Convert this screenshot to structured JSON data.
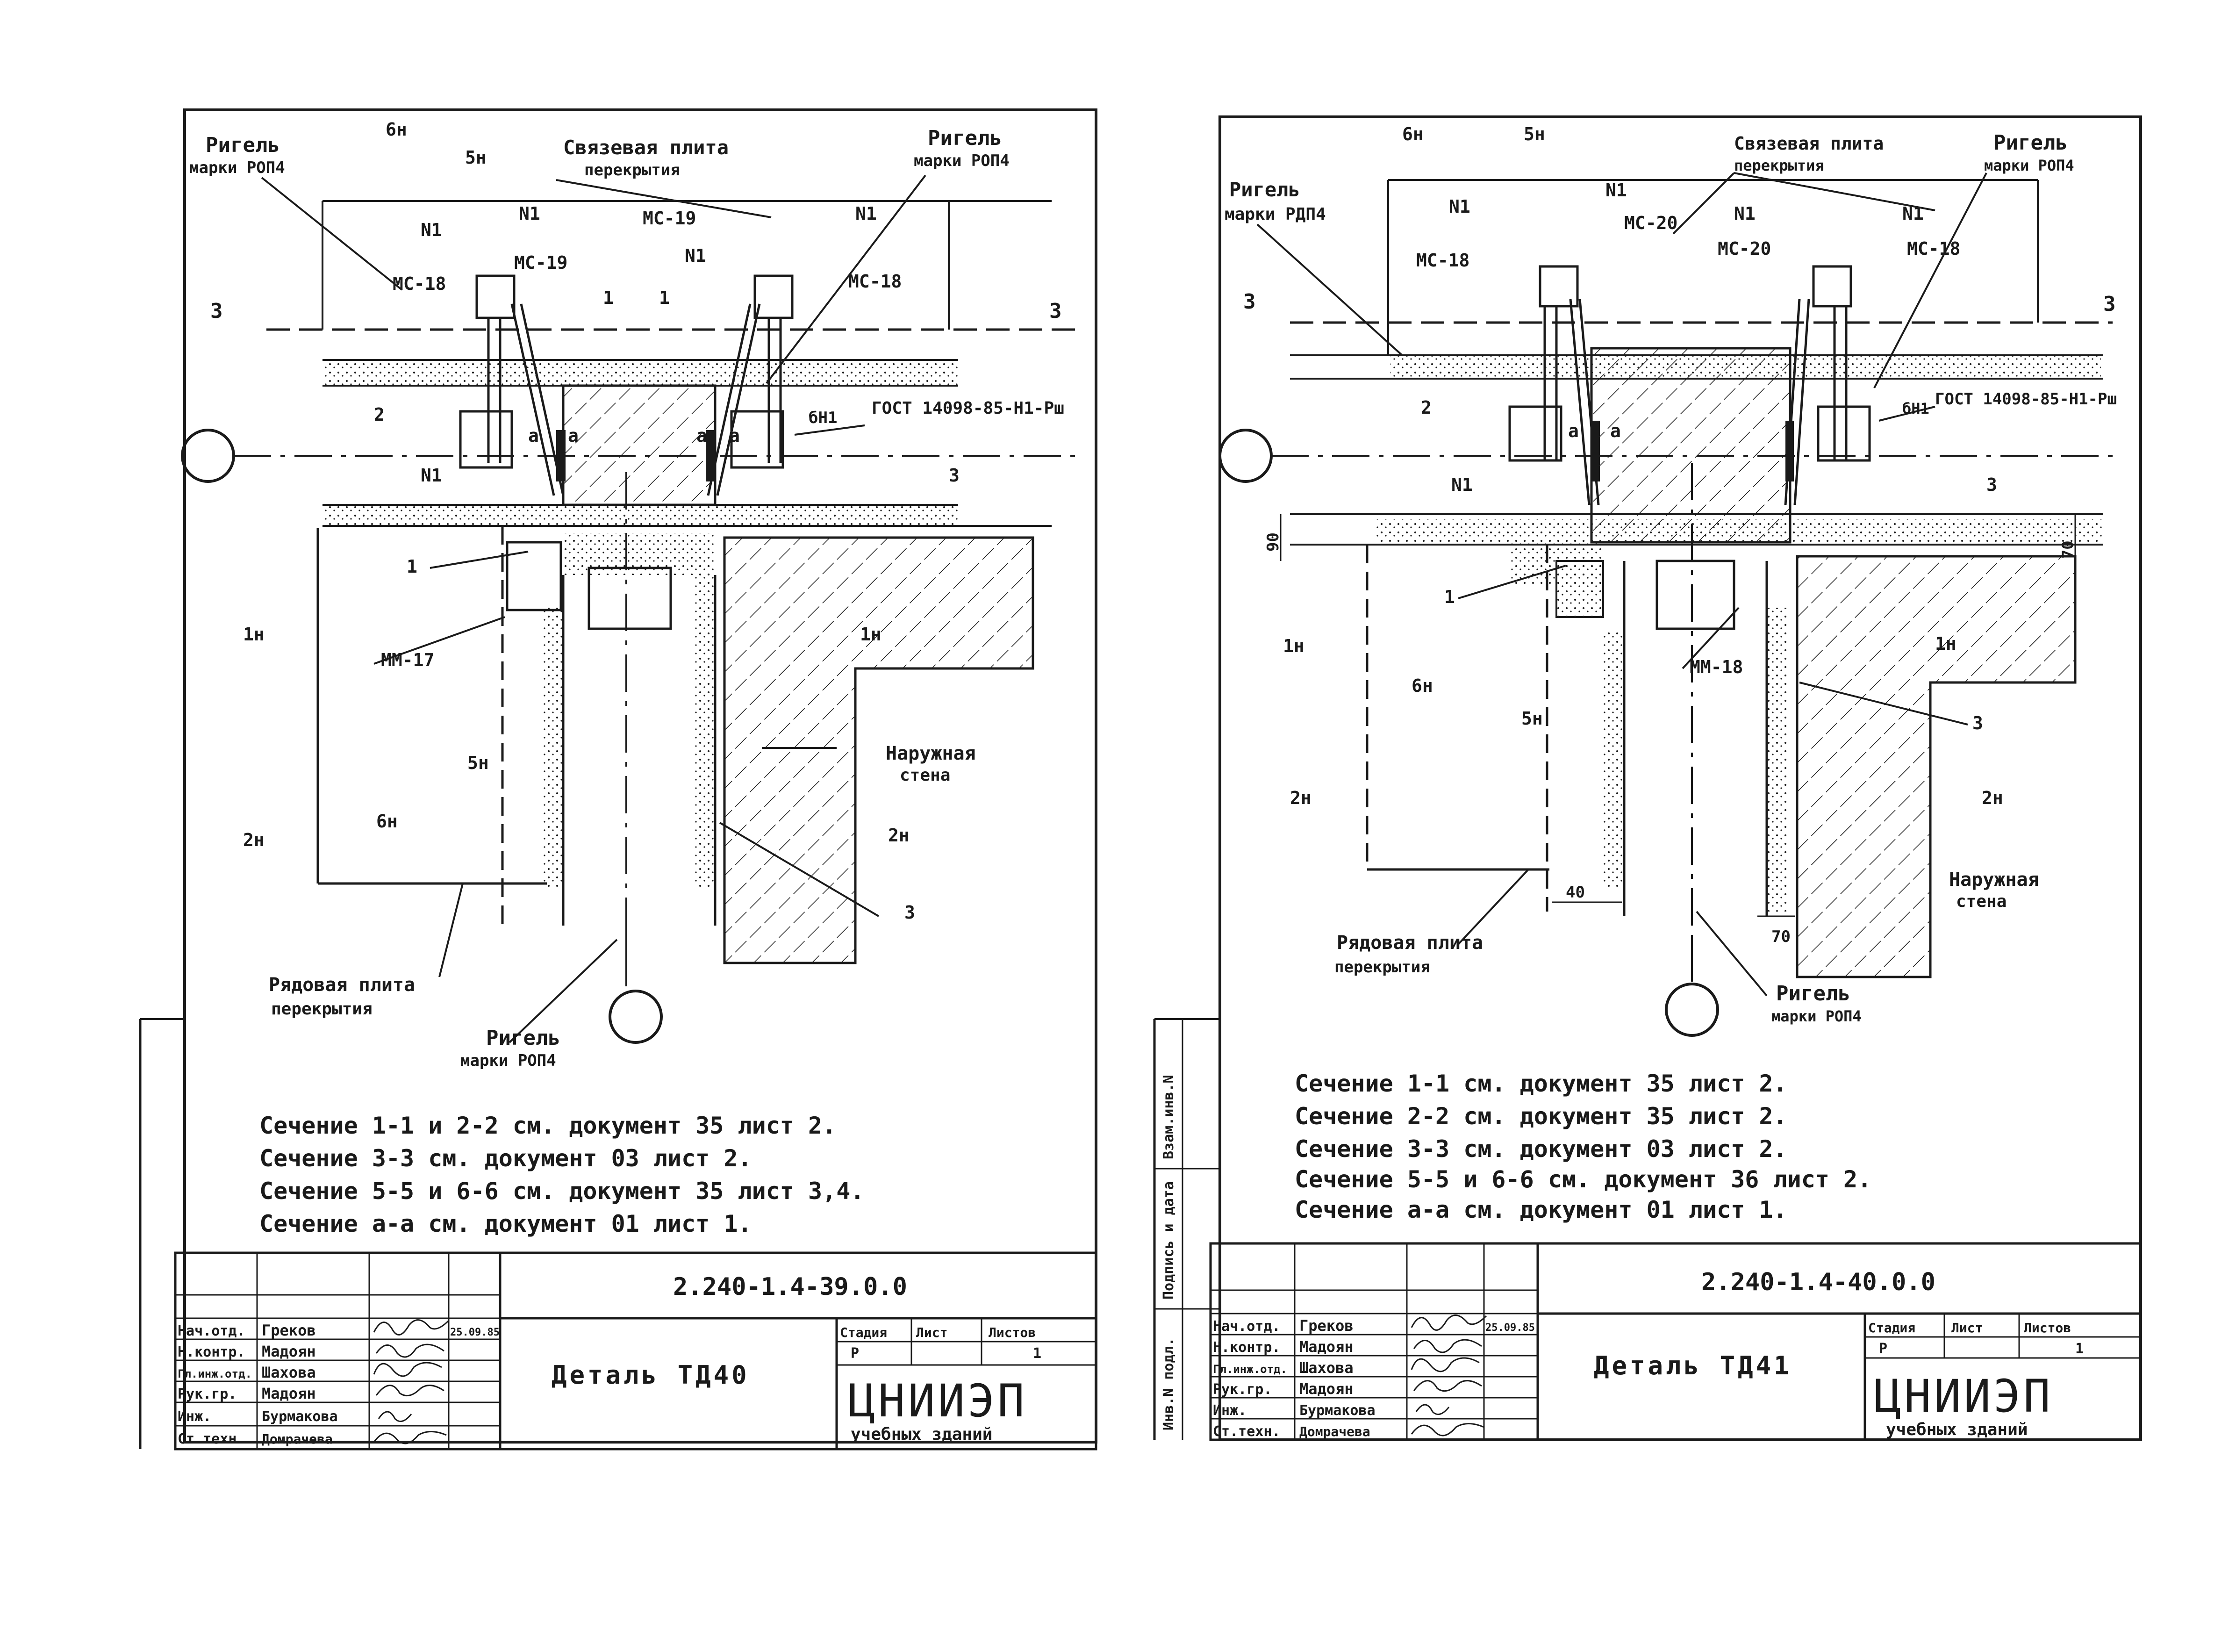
{
  "colors": {
    "ink": "#1a1a1a",
    "paper": "#ffffff"
  },
  "sheet_left": {
    "labels": {
      "rigel_left_1": "Ригель",
      "rigel_left_2": "марки РОП4",
      "rigel_right_1": "Ригель",
      "rigel_right_2": "марки РОП4",
      "svyaz_1": "Связевая плита",
      "svyaz_2": "перекрытия",
      "cut_6h": "6н",
      "cut_5h": "5н",
      "cut_3l": "3",
      "cut_3r": "3",
      "n1_a": "N1",
      "n1_b": "N1",
      "n1_c": "N1",
      "n1_d": "N1",
      "n1_e": "N1",
      "mc19_a": "МС-19",
      "mc19_b": "МС-19",
      "mc18_a": "МС-18",
      "mc18_b": "МС-18",
      "num1_a": "1",
      "num1_b": "1",
      "num2": "2",
      "num3_a": "3",
      "num3_b": "3",
      "num1_c": "1",
      "alpha_a": "а",
      "alpha_b": "а",
      "alpha_c": "а",
      "alpha_d": "а",
      "gost": "ГОСТ 14098-85-Н1-Рш",
      "bn1": "бН1",
      "cut_1h_l": "1н",
      "cut_1h_r": "1н",
      "cut_2h_l": "2н",
      "cut_2h_r": "2н",
      "cut_5h_b": "5н",
      "cut_6h_b": "6н",
      "mm17": "ММ-17",
      "wall_1": "Наружная",
      "wall_2": "стена",
      "row_1": "Рядовая плита",
      "row_2": "перекрытия",
      "rigel_bot_1": "Ригель",
      "rigel_bot_2": "марки РОП4"
    },
    "notes": [
      "Сечение 1-1 и 2-2 см. документ 35 лист 2.",
      "Сечение 3-3 см. документ 03 лист 2.",
      "Сечение 5-5 и 6-6 см. документ 35 лист 3,4.",
      "Сечение а-а см. документ 01 лист 1."
    ],
    "stamp": {
      "code": "2.240-1.4-39.0.0",
      "title": "Деталь ТД40",
      "rows": [
        {
          "role": "Нач.отд.",
          "name": "Греков"
        },
        {
          "role": "Н.контр.",
          "name": "Мадоян"
        },
        {
          "role": "Гл.инж.отд.",
          "name": "Шахова"
        },
        {
          "role": "Рук.гр.",
          "name": "Мадоян"
        },
        {
          "role": "Инж.",
          "name": "Бурмакова"
        },
        {
          "role": "Ст.техн.",
          "name": "Домрачева"
        }
      ],
      "date": "25.09.85",
      "stage_h": "Стадия",
      "sheet_h": "Лист",
      "sheets_h": "Листов",
      "stage_v": "Р",
      "sheet_v": "",
      "sheets_v": "1",
      "org": "ЦНИИЭП",
      "org_sub": "учебных зданий"
    }
  },
  "sheet_right": {
    "labels": {
      "cut_6h": "6н",
      "cut_5h": "5н",
      "svyaz_1": "Связевая плита",
      "svyaz_2": "перекрытия",
      "rigel_r_1": "Ригель",
      "rigel_r_2": "марки РОП4",
      "rigel_l_1": "Ригель",
      "rigel_l_2": "марки РДП4",
      "n1_a": "N1",
      "n1_b": "N1",
      "n1_c": "N1",
      "n1_d": "N1",
      "n1_e": "N1",
      "mc20_a": "МС-20",
      "mc20_b": "МС-20",
      "mc18_a": "МС-18",
      "mc18_b": "МС-18",
      "cut_3l": "3",
      "cut_3r": "3",
      "num2": "2",
      "num3_a": "3",
      "num3_b": "3",
      "num1": "1",
      "alpha_a": "а",
      "alpha_b": "а",
      "gost": "ГОСТ 14098-85-Н1-Рш",
      "bn1": "бН1",
      "dim90": "90",
      "dim70_a": "70",
      "dim40": "40",
      "dim70_b": "70",
      "cut_1h_l": "1н",
      "cut_1h_r": "1н",
      "cut_2h_l": "2н",
      "cut_2h_r": "2н",
      "cut_6h_b": "6н",
      "cut_5h_b": "5н",
      "mm18": "ММ-18",
      "wall_1": "Наружная",
      "wall_2": "стена",
      "row_1": "Рядовая плита",
      "row_2": "перекрытия",
      "rigel_bot_1": "Ригель",
      "rigel_bot_2": "марки РОП4"
    },
    "side_stamp": [
      "Инв.N подл.",
      "Подпись и дата",
      "Взам.инв.N"
    ],
    "notes": [
      "Сечение 1-1 см. документ 35 лист 2.",
      "Сечение 2-2 см. документ 35 лист 2.",
      "Сечение 3-3 см. документ 03 лист 2.",
      "Сечение 5-5 и 6-6 см. документ 36 лист 2.",
      "Сечение а-а см. документ 01 лист 1."
    ],
    "stamp": {
      "code": "2.240-1.4-40.0.0",
      "title": "Деталь ТД41",
      "rows": [
        {
          "role": "Нач.отд.",
          "name": "Греков"
        },
        {
          "role": "Н.контр.",
          "name": "Мадоян"
        },
        {
          "role": "Гл.инж.отд.",
          "name": "Шахова"
        },
        {
          "role": "Рук.гр.",
          "name": "Мадоян"
        },
        {
          "role": "Инж.",
          "name": "Бурмакова"
        },
        {
          "role": "Ст.техн.",
          "name": "Домрачева"
        }
      ],
      "date": "25.09.85",
      "stage_h": "Стадия",
      "sheet_h": "Лист",
      "sheets_h": "Листов",
      "stage_v": "Р",
      "sheet_v": "",
      "sheets_v": "1",
      "org": "ЦНИИЭП",
      "org_sub": "учебных зданий"
    }
  }
}
